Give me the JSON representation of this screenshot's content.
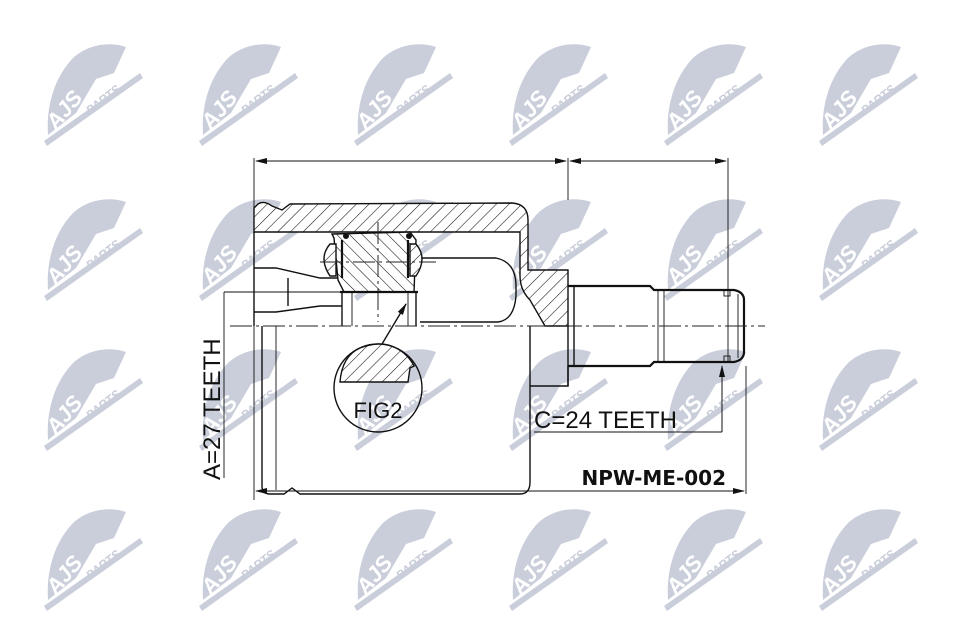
{
  "drawing": {
    "type": "technical cross-section",
    "subject": "inner CV joint (drive shaft joint)",
    "part_number": "NPW-ME-002",
    "dimension_a_label": "A=27 TEETH",
    "dimension_c_label": "C=24 TEETH",
    "detail_label": "FIG2"
  },
  "watermark": {
    "brand_main": "AJS",
    "brand_sub": "PARTS",
    "color": "#c7ccd9",
    "columns_x": [
      90,
      245,
      400,
      555,
      710,
      865
    ],
    "rows_y": [
      95,
      250,
      400,
      560
    ]
  },
  "colors": {
    "background": "#ffffff",
    "line": "#111111",
    "watermark": "#c7ccd9"
  }
}
